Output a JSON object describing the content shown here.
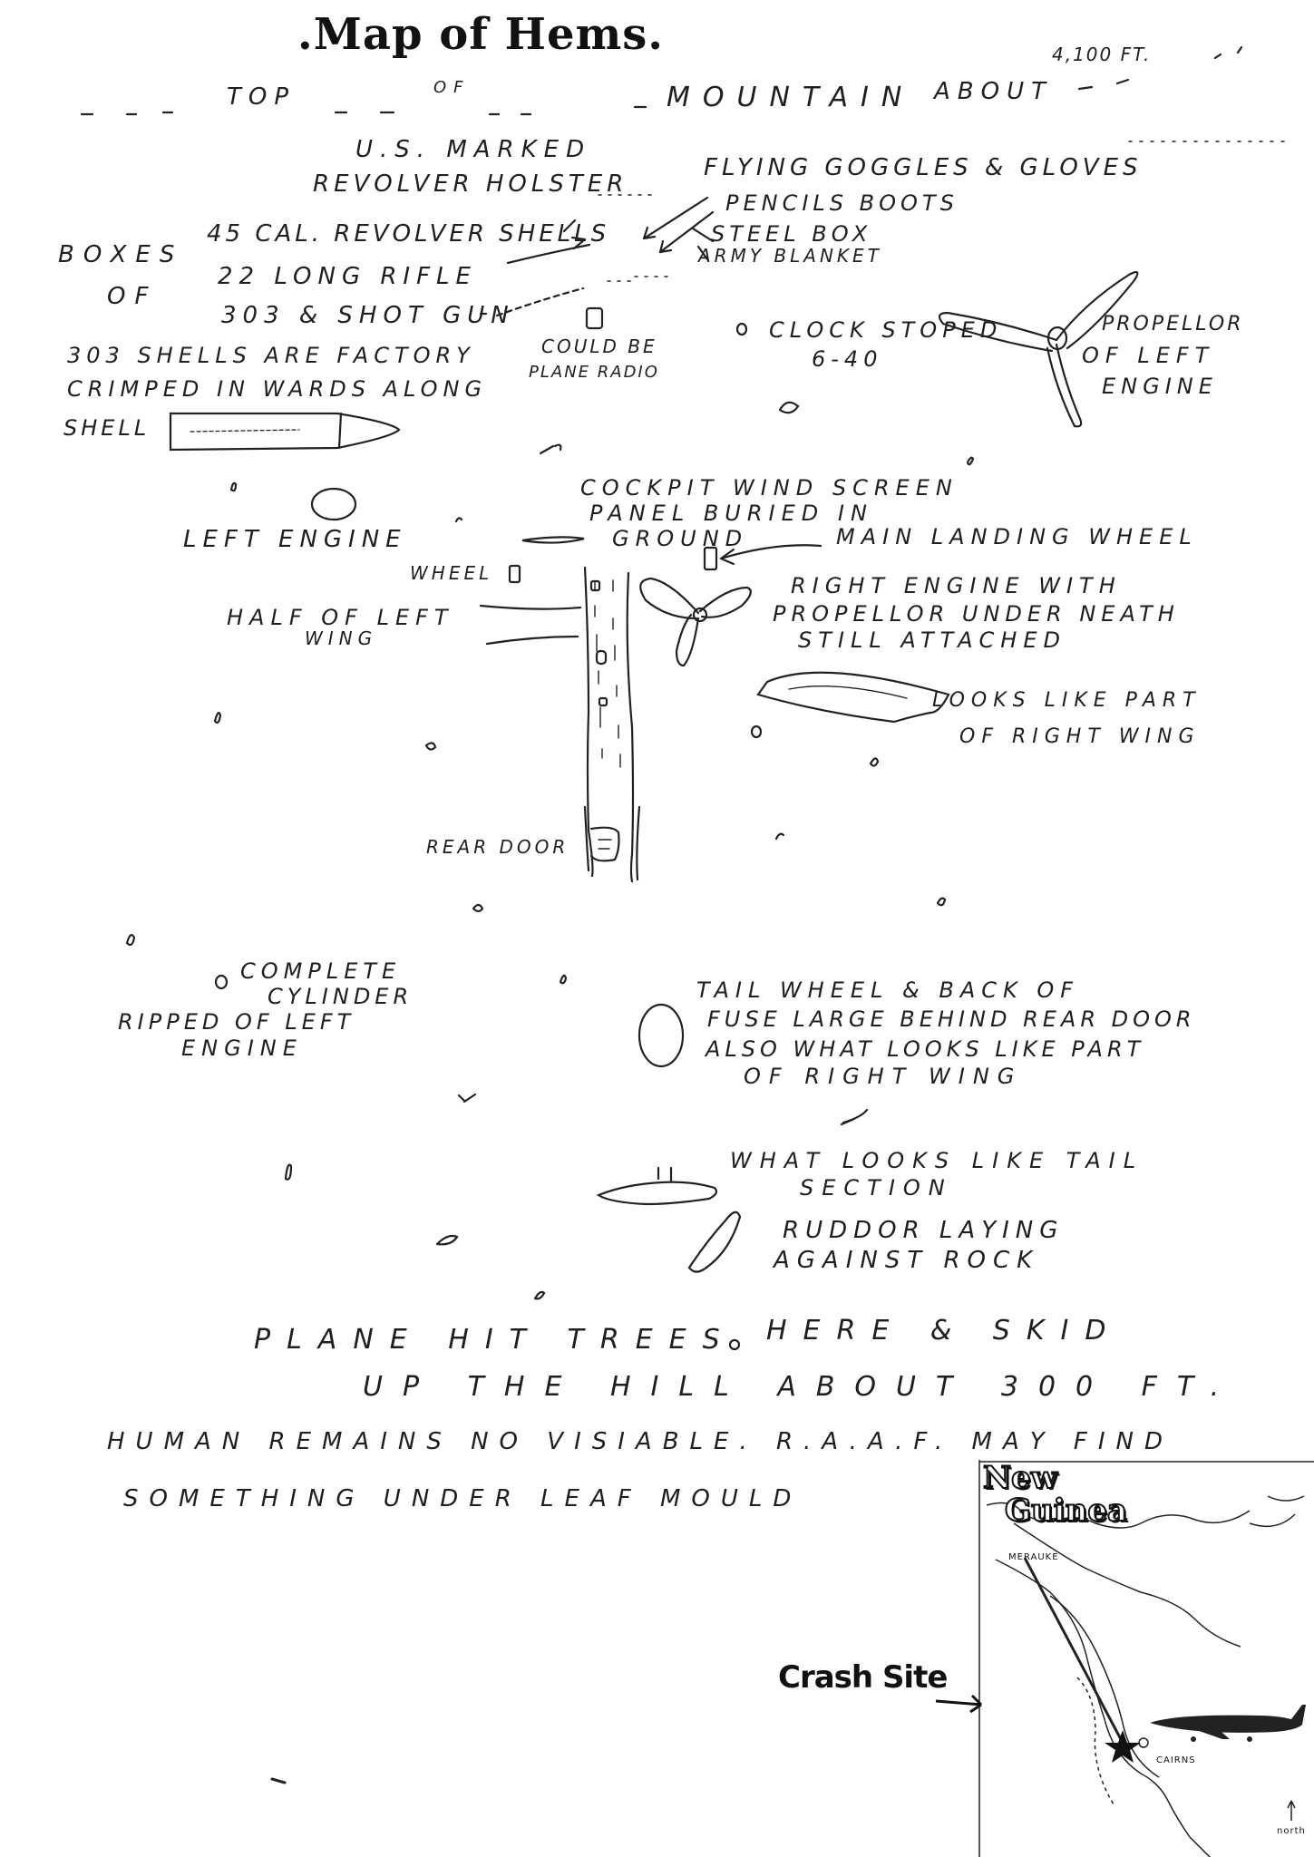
{
  "title": ".Map of Hems.",
  "header_line": {
    "top": "TOP",
    "of": "OF",
    "mountain": "MOUNTAIN",
    "about": "ABOUT",
    "altitude": "4,100 FT."
  },
  "labels": {
    "us_marked": "U.S. MARKED",
    "revolver_holster": "REVOLVER HOLSTER",
    "flying_goggles": "FLYING GOGGLES & GLOVES",
    "pencils_boots": "PENCILS BOOTS",
    "steel_box": "STEEL BOX",
    "army_blanket": "ARMY BLANKET",
    "boxes": "BOXES",
    "of": "OF",
    "revolver_shells": "45 CAL. REVOLVER SHELLS",
    "long_rifle": "22 LONG RIFLE",
    "shotgun": "303 & SHOT GUN",
    "factory_1": "303 SHELLS ARE FACTORY",
    "factory_2": "CRIMPED IN WARDS ALONG",
    "factory_3": "SHELL",
    "radio_1": "COULD BE",
    "radio_2": "PLANE RADIO",
    "clock_1": "CLOCK STOPED",
    "clock_2": "6-40",
    "prop_1": "PROPELLOR",
    "prop_2": "OF LEFT",
    "prop_3": "ENGINE",
    "left_engine": "LEFT ENGINE",
    "cockpit_1": "COCKPIT WIND SCREEN",
    "cockpit_2": "PANEL BURIED IN",
    "cockpit_3": "GROUND",
    "main_wheel": "MAIN LANDING WHEEL",
    "wheel": "WHEEL",
    "half_wing_1": "HALF OF LEFT",
    "half_wing_2": "WING",
    "right_engine_1": "RIGHT ENGINE WITH",
    "right_engine_2": "PROPELLOR UNDER NEATH",
    "right_engine_3": "STILL ATTACHED",
    "right_wing_1": "LOOKS LIKE PART",
    "right_wing_2": "OF RIGHT WING",
    "rear_door": "REAR DOOR",
    "cylinder_1": "COMPLETE",
    "cylinder_2": "CYLINDER",
    "cylinder_3": "RIPPED OF LEFT",
    "cylinder_4": "ENGINE",
    "tail_wheel_1": "TAIL WHEEL & BACK OF",
    "tail_wheel_2": "FUSE LARGE BEHIND REAR DOOR",
    "tail_wheel_3": "ALSO WHAT LOOKS LIKE PART",
    "tail_wheel_4": "OF RIGHT WING",
    "tail_section_1": "WHAT LOOKS LIKE TAIL",
    "tail_section_2": "SECTION",
    "rudder_1": "RUDDOR LAYING",
    "rudder_2": "AGAINST ROCK"
  },
  "notes": {
    "line1_a": "PLANE HIT TREES",
    "line1_b": "HERE & SKID",
    "line2": "UP THE HILL ABOUT 300 FT.",
    "line3": "HUMAN REMAINS NO VISIABLE. R.A.A.F. MAY FIND",
    "line4": "SOMETHING UNDER LEAF MOULD"
  },
  "inset": {
    "title_1": "New",
    "title_2": "Guinea",
    "merauke": "MERAUKE",
    "cairns": "CAIRNS",
    "north": "north",
    "crash_site": "Crash Site"
  }
}
